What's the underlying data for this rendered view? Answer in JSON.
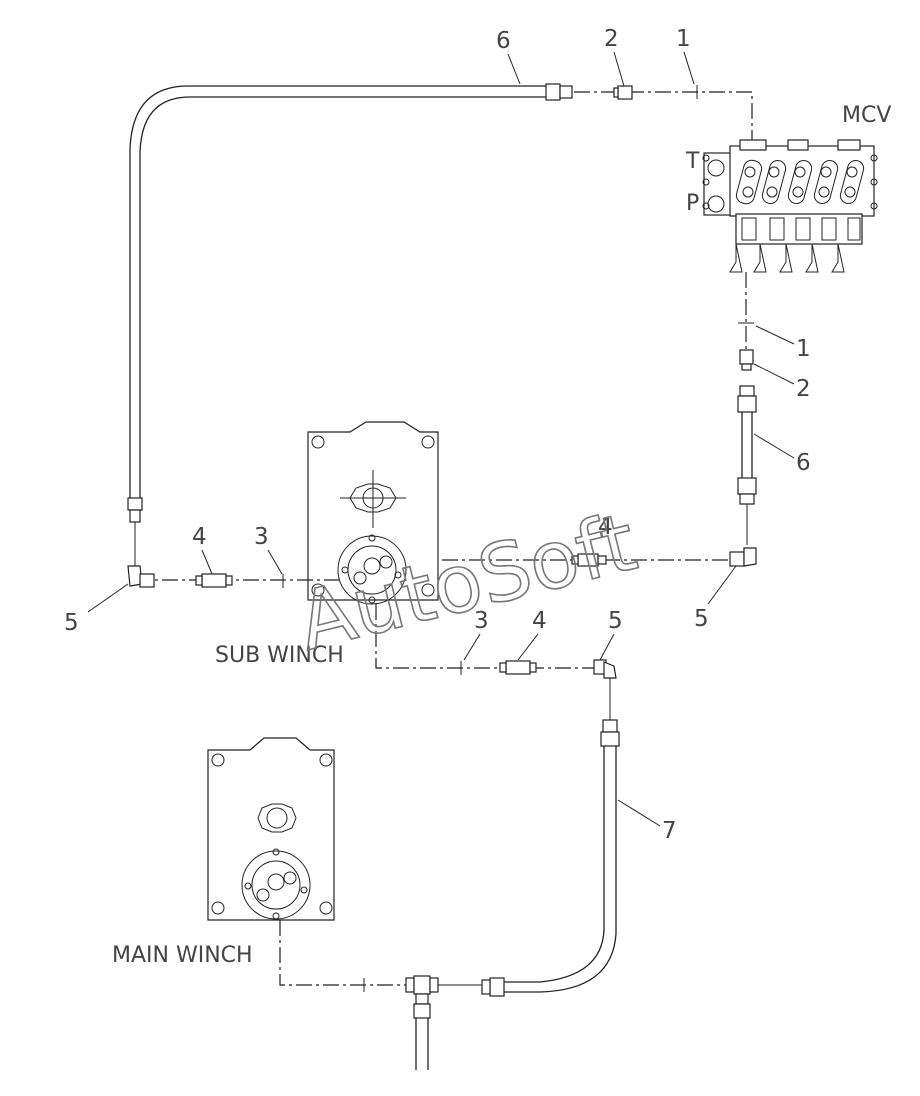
{
  "labels": {
    "mcv": "MCV",
    "t": "T",
    "p": "P",
    "sub_winch": "SUB WINCH",
    "main_winch": "MAIN WINCH"
  },
  "callouts": {
    "top_6": "6",
    "top_2": "2",
    "top_1": "1",
    "right_1": "1",
    "right_2": "2",
    "right_6": "6",
    "right_5": "5",
    "left_4": "4",
    "left_3": "3",
    "left_5": "5",
    "mid_3": "3",
    "mid_4": "4",
    "mid_5": "5",
    "right_7": "7",
    "wm_4": "4"
  },
  "watermark": "AutoSoft"
}
